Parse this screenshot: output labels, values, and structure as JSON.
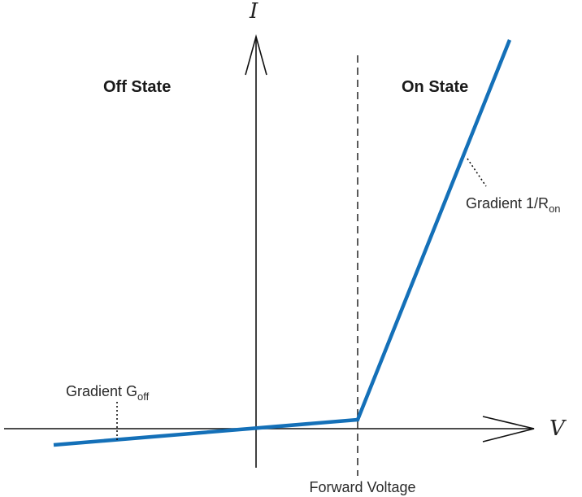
{
  "axes": {
    "y_label": "I",
    "x_label": "V"
  },
  "regions": {
    "off_label": "Off State",
    "on_label": "On State"
  },
  "annotations": {
    "gradient_off": {
      "text": "Gradient  G",
      "sub": "off"
    },
    "gradient_on": {
      "text": "Gradient  1/R",
      "sub": "on"
    },
    "forward_voltage": "Forward Voltage"
  },
  "colors": {
    "curve": "#1470b8",
    "axes": "#111111"
  }
}
